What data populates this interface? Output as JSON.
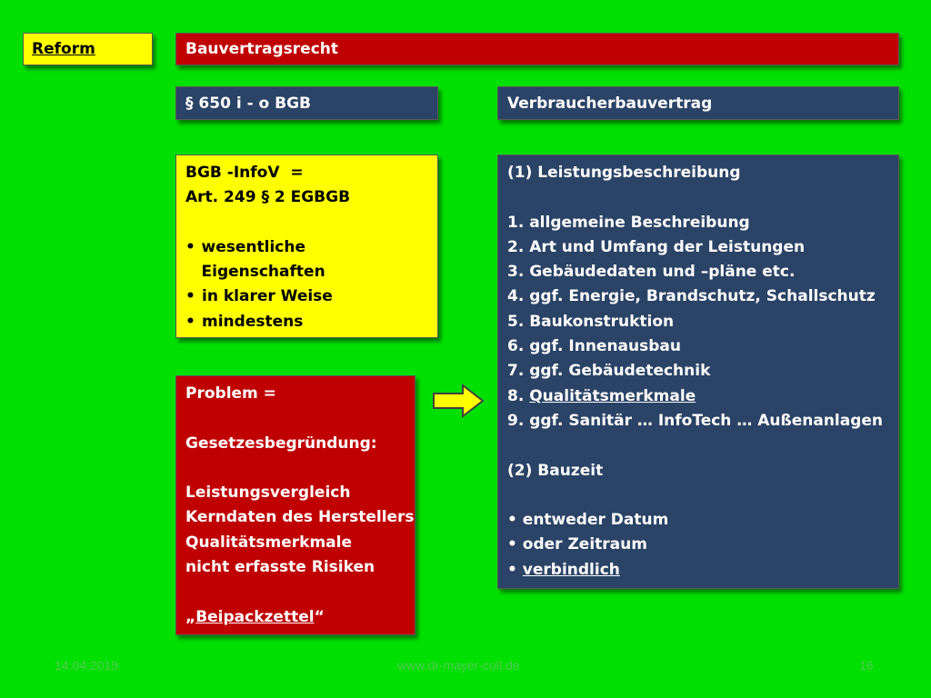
{
  "colors": {
    "background": "#00e000",
    "yellow": "#ffff00",
    "red": "#c00000",
    "navy": "#2a4366"
  },
  "header": {
    "reform": "Reform",
    "title": "Bauvertragsrecht"
  },
  "subheader": {
    "paragraph": "§ 650 i - o BGB",
    "contract": "Verbraucherbauvertrag"
  },
  "infov": {
    "line1": "BGB -InfoV  =",
    "line2": "Art. 249 § 2 EGBGB",
    "bullets": [
      "wesentliche Eigenschaften",
      "in klarer Weise",
      "mindestens"
    ]
  },
  "problem": {
    "line1": "Problem =",
    "line2": "Gesetzesbegründung:",
    "items": [
      "Leistungsvergleich",
      "Kerndaten des Herstellers",
      "Qualitätsmerkmale",
      "nicht erfasste Risiken"
    ],
    "quote_open": "„",
    "quote_word": "Beipackzettel",
    "quote_close": "“"
  },
  "arrow_icon": "right-arrow-icon",
  "leistung": {
    "heading1": "(1) Leistungsbeschreibung",
    "items": [
      "1. allgemeine Beschreibung",
      "2. Art und Umfang der Leistungen",
      "3. Gebäudedaten und –pläne etc.",
      "4. ggf. Energie, Brandschutz, Schallschutz",
      "5. Baukonstruktion",
      "6. ggf. Innenausbau",
      "7. ggf. Gebäudetechnik"
    ],
    "item8_num": "8. ",
    "item8_text": "Qualitätsmerkmale",
    "item9": "9. ggf. Sanitär … InfoTech … Außenanlagen",
    "heading2": "(2) Bauzeit",
    "bullet1": "entweder Datum",
    "bullet2": "oder Zeitraum",
    "bullet3": "verbindlich"
  },
  "footer": {
    "date": "14.04.2019",
    "url": "www.dr-mayer-coll.de",
    "page": "16"
  }
}
